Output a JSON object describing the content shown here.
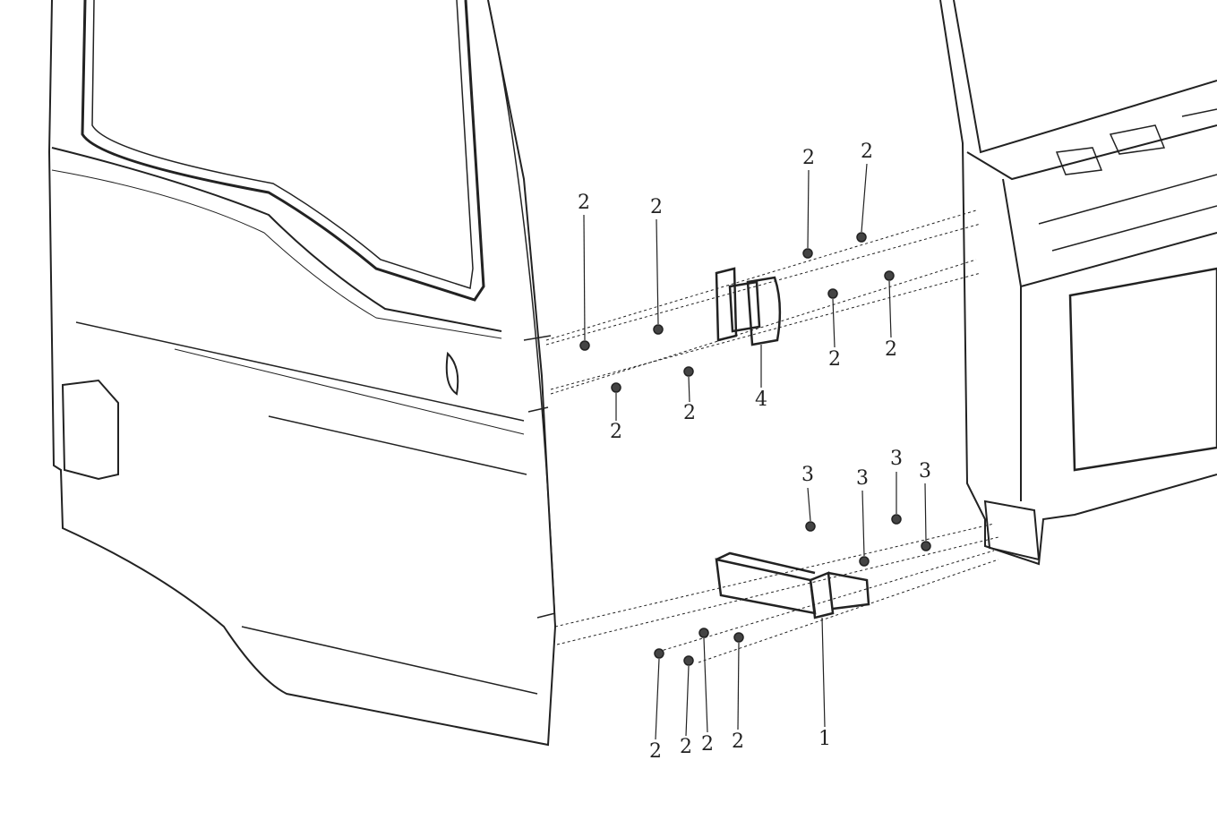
{
  "callouts": [
    {
      "label": "2"
    },
    {
      "label": "2"
    },
    {
      "label": "2"
    },
    {
      "label": "2"
    },
    {
      "label": "2"
    },
    {
      "label": "2"
    },
    {
      "label": "2"
    },
    {
      "label": "2"
    },
    {
      "label": "4"
    },
    {
      "label": "3"
    },
    {
      "label": "3"
    },
    {
      "label": "3"
    },
    {
      "label": "3"
    },
    {
      "label": "2"
    },
    {
      "label": "2"
    },
    {
      "label": "2"
    },
    {
      "label": "2"
    },
    {
      "label": "1"
    }
  ]
}
